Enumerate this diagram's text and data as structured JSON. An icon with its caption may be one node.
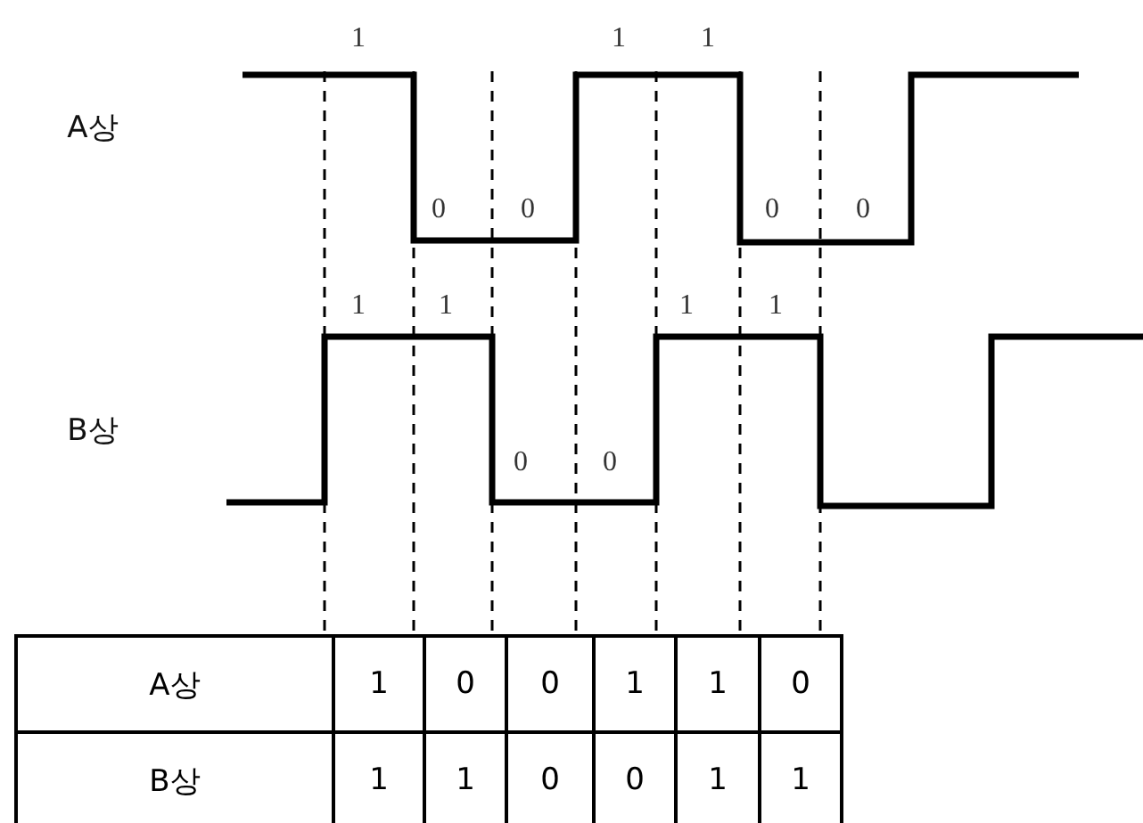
{
  "diagram": {
    "labels": [
      "1",
      "1",
      "1",
      "A상",
      "0",
      "0",
      "0",
      "0",
      "1",
      "1",
      "1",
      "1",
      "B상",
      "0",
      "0",
      "A상",
      "1",
      "0",
      "0",
      "1",
      "1",
      "0",
      "B상",
      "1",
      "1",
      "0",
      "0",
      "1",
      "1"
    ]
  }
}
